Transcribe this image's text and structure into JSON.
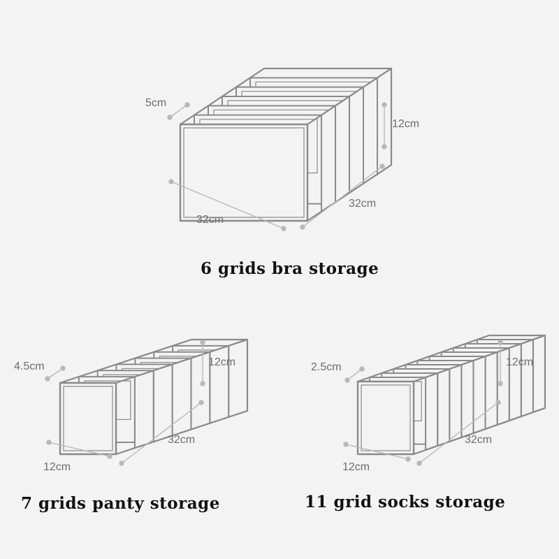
{
  "colors": {
    "background": "#f3f3f3",
    "box_outline": "#8a8a8a",
    "box_fill": "#f3f3f3",
    "dimension_line": "#b8b8b8",
    "dimension_text": "#6e6e6e",
    "title_text": "#111111"
  },
  "organizers": [
    {
      "id": "bra",
      "title": "6 grids bra storage",
      "grids": 6,
      "dims": {
        "grid_width": "5cm",
        "height": "12cm",
        "length": "32cm",
        "front_width": "32cm"
      }
    },
    {
      "id": "panty",
      "title": "7 grids panty storage",
      "grids": 7,
      "dims": {
        "grid_width": "4.5cm",
        "height": "12cm",
        "length": "32cm",
        "front_width": "12cm"
      }
    },
    {
      "id": "socks",
      "title": "11 grid socks storage",
      "grids": 11,
      "dims": {
        "grid_width": "2.5cm",
        "height": "12cm",
        "length": "32cm",
        "front_width": "12cm"
      }
    }
  ]
}
